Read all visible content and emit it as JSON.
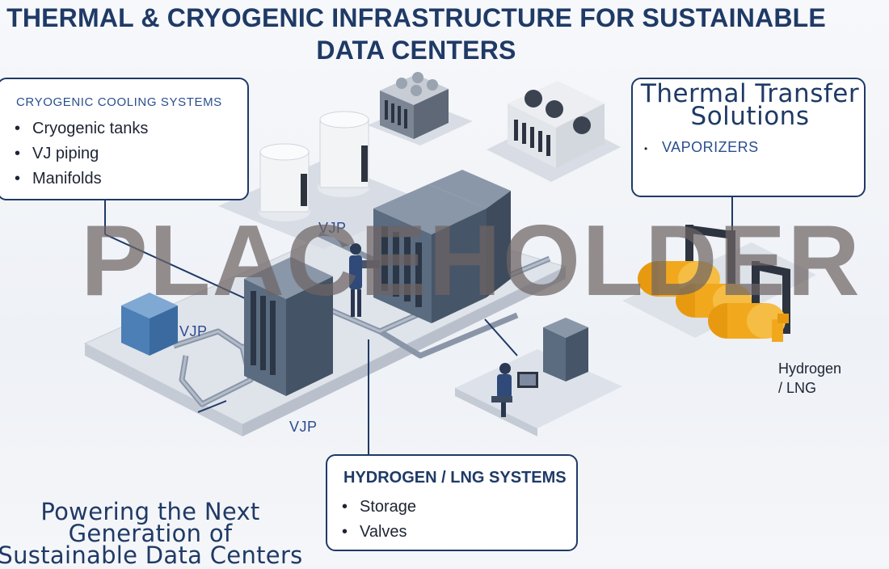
{
  "title": {
    "line1": "THERMAL & CRYOGENIC INFRASTRUCTURE FOR SUSTAINABLE",
    "line2": "DATA CENTERS"
  },
  "cryogenic_box": {
    "heading": "CRYOGENIC COOLING SYSTEMS",
    "items": [
      "Cryogenic tanks",
      "VJ piping",
      "Manifolds"
    ]
  },
  "thermal_box": {
    "heading_line1": "Thermal Transfer",
    "heading_line2": "Solutions",
    "items": [
      "VAPORIZERS"
    ]
  },
  "hydrogen_box": {
    "heading": "HYDROGEN / LNG SYSTEMS",
    "items": [
      "Storage",
      "Valves"
    ]
  },
  "pipe_labels": [
    "VJP",
    "VJP",
    "VJP"
  ],
  "hydrogen_label": {
    "line1": "Hydrogen",
    "line2": "/ LNG"
  },
  "tagline": {
    "line1": "Powering the Next",
    "line2": "Generation of",
    "line3": "Sustainable Data Centers"
  },
  "watermark": "PLACEHOLDER",
  "bullet_symbol": "•",
  "colors": {
    "navy": "#1f3a66",
    "accent_blue": "#2a4f8f",
    "server_gray": "#5b6b80",
    "tank_orange": "#f2a81d",
    "platform": "#dde2ea"
  }
}
